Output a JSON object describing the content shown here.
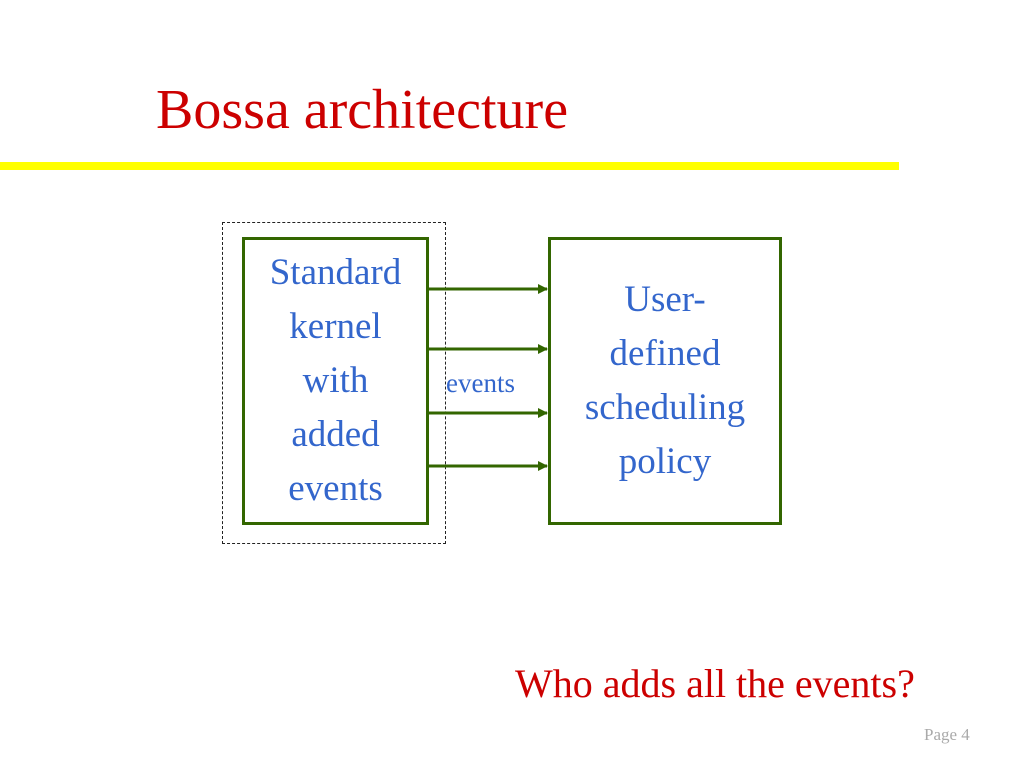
{
  "slide": {
    "title": "Bossa architecture",
    "left_box": {
      "lines": [
        "Standard",
        "kernel",
        "with",
        "added",
        "events"
      ]
    },
    "right_box": {
      "lines": [
        "User-",
        "defined",
        "scheduling",
        "policy"
      ]
    },
    "arrow_label": "events",
    "arrow_count": 4,
    "question": "Who adds all the events?",
    "page_number": "Page 4"
  },
  "colors": {
    "title": "#cc0000",
    "title_rule": "#ffff00",
    "box_border": "#336600",
    "box_text": "#3366cc",
    "arrow": "#336600",
    "question": "#cc0000",
    "page_number": "#aaaaaa"
  }
}
